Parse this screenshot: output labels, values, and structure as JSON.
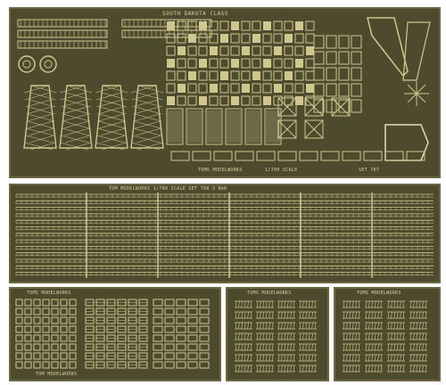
{
  "colors": {
    "fret_background": "#4d4a2e",
    "brass": "#cfc690",
    "brass_light": "#e2dcb0",
    "page_background": "#ffffff"
  },
  "main_fret": {
    "title": "SOUTH DAKOTA CLASS",
    "bottom_left": "TOMS  MODELWORKS",
    "bottom_mid": "1/700 SCALE",
    "bottom_right": "SET 707"
  },
  "rail_fret": {
    "top_label": "TOM  MODELWORKS  1/700  SCALE  SET 708  3 BAR"
  },
  "small_frets": [
    {
      "top": "TOMS  MODELWORKS",
      "bottom": "TOM  MODELWORKS"
    },
    {
      "top": "TOMS  MODELWORKS"
    },
    {
      "top": "TOMS  MODELWORKS"
    }
  ]
}
